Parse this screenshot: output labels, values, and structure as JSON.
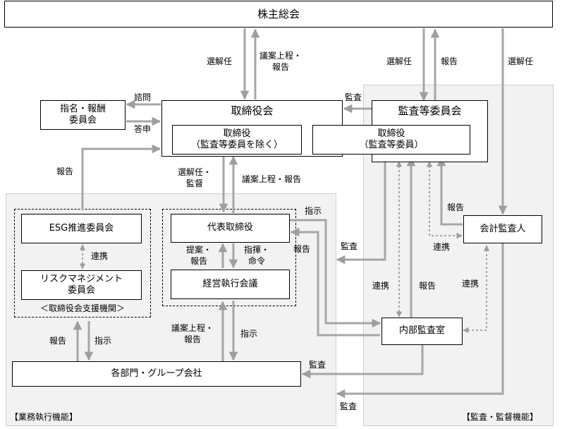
{
  "boxes": {
    "shareholders": "株主総会",
    "board": "取締役会",
    "audit_committee": "監査等委員会",
    "nomination": [
      "指名・報酬",
      "委員会"
    ],
    "directors_excl": [
      "取締役",
      "（監査等委員を除く）"
    ],
    "directors_audit": [
      "取締役",
      "（監査等委員）"
    ],
    "esg": "ESG推進委員会",
    "risk": [
      "リスクマネジメント",
      "委員会"
    ],
    "support_caption": "＜取締役会支援機関＞",
    "ceo": "代表取締役",
    "exec_meeting": "経営執行会議",
    "accounting_auditor": "会計監査人",
    "internal_audit": "内部監査室",
    "departments": "各部門・グループ会社"
  },
  "groups": {
    "business": "【業務執行機能】",
    "supervision": "【監査・監督機能】"
  },
  "labels": {
    "elect_board": "選解任",
    "proposal_board": [
      "議案上程・",
      "報告"
    ],
    "elect_audit": "選解任",
    "report_audit": "報告",
    "elect_auditor": "選解任",
    "consult": "諮問",
    "answer": "答申",
    "audit_board": "監査",
    "report_esg": "報告",
    "elect_supervise": [
      "選解任・",
      "監督"
    ],
    "proposal_report_ceo": "議案上程・報告",
    "instruct_ceo": "指示",
    "report_ceo": "報告",
    "audit_ceo": "監査",
    "propose_report": [
      "提案・",
      "報告"
    ],
    "direct_order": [
      "指揮・",
      "命令"
    ],
    "coop_esg": "連携",
    "report_auditor": "報告",
    "coop_auditor": "連携",
    "coop_internal": "連携",
    "report_internal": "報告",
    "coop_internal_auditor": "連携",
    "report_depts": "報告",
    "instruct_depts": "指示",
    "proposal_depts": [
      "議案上程・",
      "報告"
    ],
    "instruct_depts_ceo": "指示",
    "audit_depts_internal": "監査",
    "audit_depts_committee": "監査"
  }
}
